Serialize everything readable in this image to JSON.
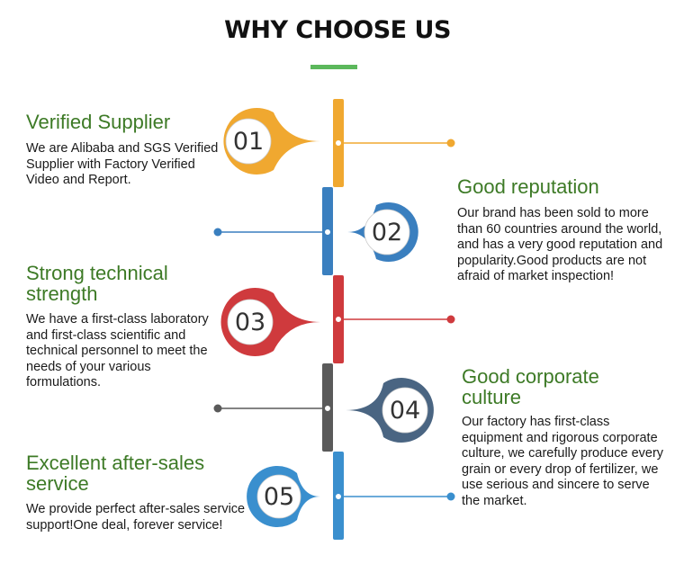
{
  "page": {
    "title": "WHY CHOOSE US",
    "accent_color": "#5cb85c"
  },
  "items": [
    {
      "number": "01",
      "heading": "Verified Supplier",
      "description": "We are Alibaba and SGS Verified Supplier with Factory Verified Video and Report.",
      "color": "#f0a830",
      "side": "left"
    },
    {
      "number": "02",
      "heading": "Good reputation",
      "description": "Our brand has been sold to more than 60 countries around the world, and has a very good reputation and popularity.Good products are not afraid of market inspection!",
      "color": "#3a7fbf",
      "side": "right"
    },
    {
      "number": "03",
      "heading": "Strong technical strength",
      "description": "We have a first-class laboratory and first-class scientific and technical personnel to meet the needs of your various formulations.",
      "color": "#cf3a3d",
      "side": "left"
    },
    {
      "number": "04",
      "heading": "Good corporate culture",
      "description": "Our factory has first-class equipment and rigorous corporate culture, we carefully produce every grain or every drop of fertilizer, we use serious and sincere to serve the market.",
      "color": "#4a6582",
      "side": "right"
    },
    {
      "number": "05",
      "heading": "Excellent after-sales service",
      "description": "We provide perfect after-sales service support!One deal, forever service!",
      "color": "#3a8fce",
      "side": "left"
    }
  ]
}
